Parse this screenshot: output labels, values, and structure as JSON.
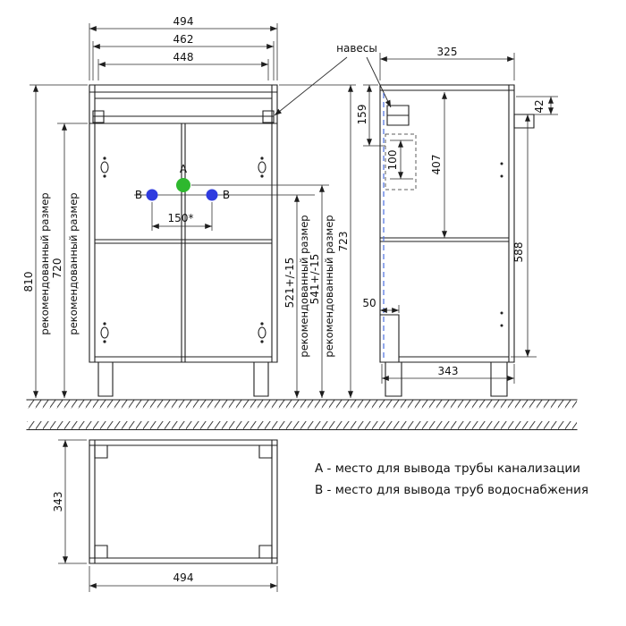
{
  "drawing": {
    "legend": {
      "line_a": "A - место для вывода трубы канализации",
      "line_b": "B - место для вывода труб водоснабжения"
    },
    "callouts": {
      "hinges": "навесы",
      "point_a": "A",
      "point_b_left": "B",
      "point_b_right": "B"
    },
    "front": {
      "width_outer": "494",
      "width_mid": "462",
      "width_inner": "448",
      "height_recommended_outer": "810",
      "height_recommended_inner": "720",
      "recommended_label": "рекомендованный размер",
      "b_spacing": "150*",
      "water_outlet_height": "521+/-15",
      "drain_outlet_height": "541+/-15",
      "body_height": "723"
    },
    "side": {
      "depth": "325",
      "hanger_offset": "159",
      "rail_offset": "42",
      "hole_zone": "100",
      "top_to_shelf": "407",
      "rail_to_bottom": "588",
      "toe_kick_depth": "50",
      "base_depth": "343"
    },
    "bottom": {
      "depth": "343",
      "width": "494"
    },
    "colors": {
      "point_a": "#2eb82e",
      "point_b": "#2f3bdf",
      "guide": "#4a6fe0"
    }
  }
}
